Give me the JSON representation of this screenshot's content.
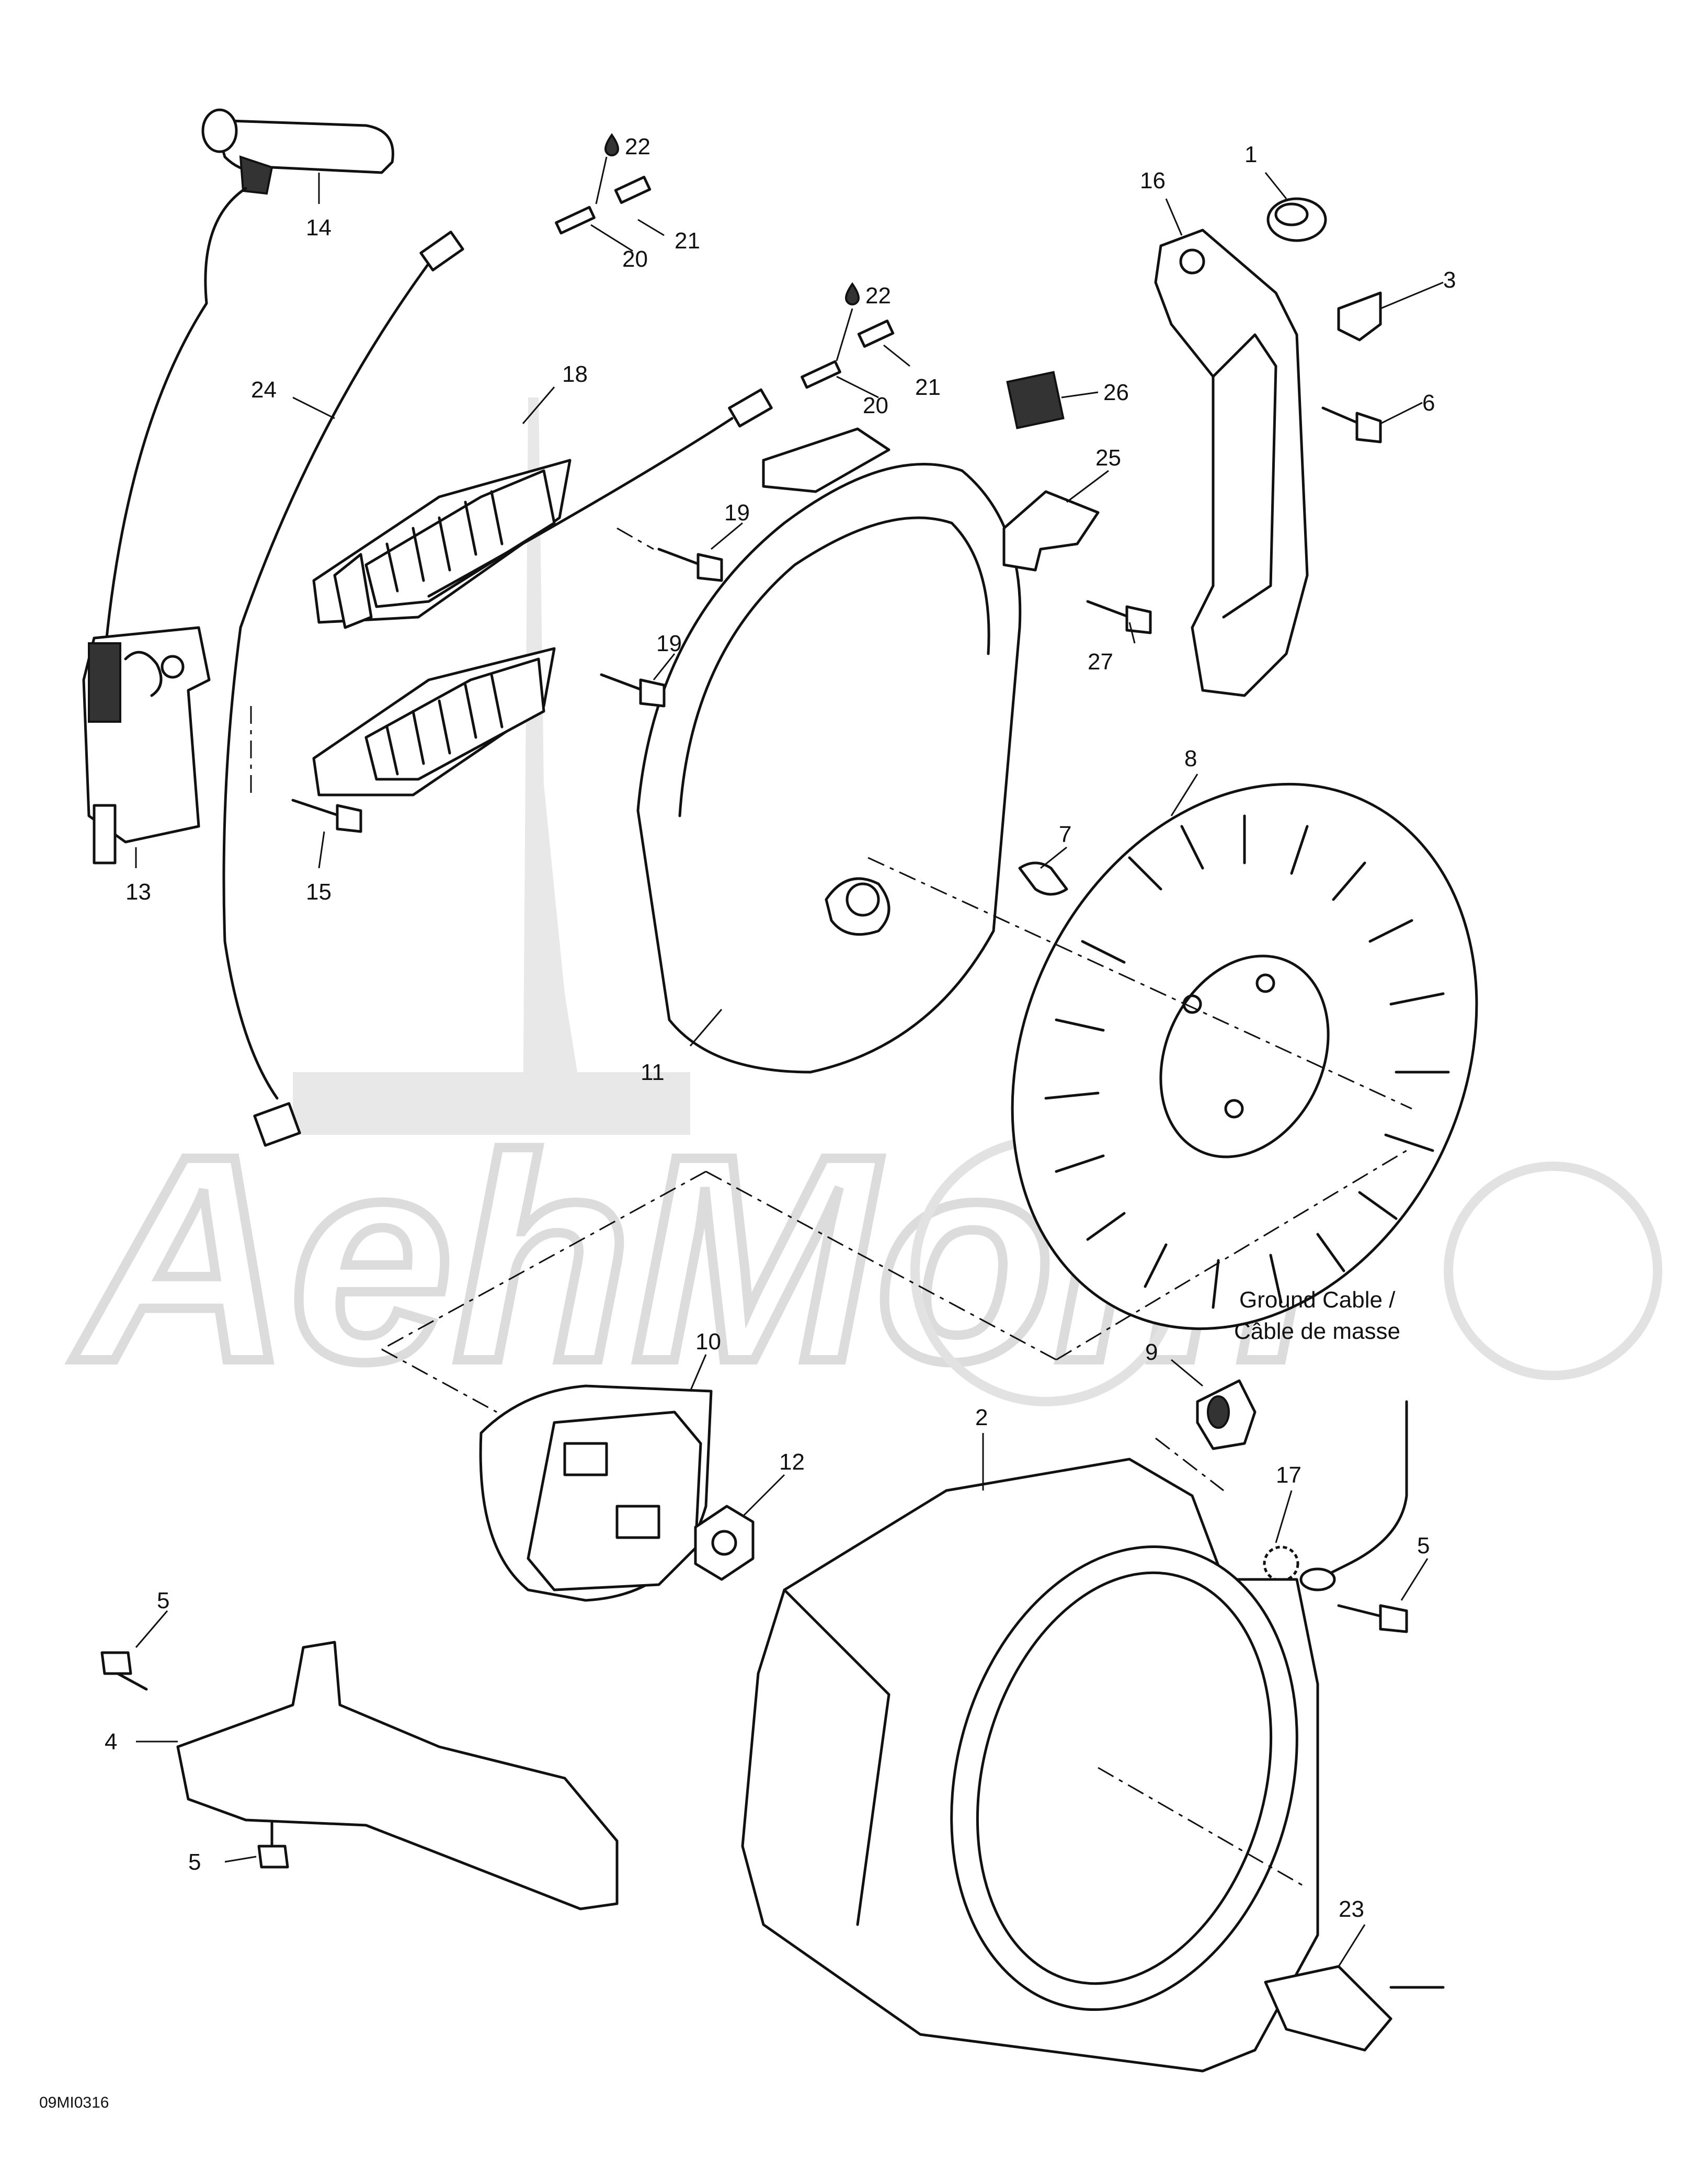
{
  "diagram": {
    "note_ground_cable_en": "Ground Cable /",
    "note_ground_cable_fr": "Câble de masse",
    "drawing_code": "09MI0316",
    "watermark_text": "AehMom",
    "callouts": {
      "c1": "1",
      "c2": "2",
      "c3": "3",
      "c4": "4",
      "c5a": "5",
      "c5b": "5",
      "c5c": "5",
      "c6": "6",
      "c7": "7",
      "c8": "8",
      "c9": "9",
      "c10": "10",
      "c11": "11",
      "c12": "12",
      "c13": "13",
      "c14": "14",
      "c15": "15",
      "c16": "16",
      "c17": "17",
      "c18": "18",
      "c19a": "19",
      "c19b": "19",
      "c20a": "20",
      "c20b": "20",
      "c21a": "21",
      "c21b": "21",
      "c22a": "22",
      "c22b": "22",
      "c23": "23",
      "c24": "24",
      "c25": "25",
      "c26": "26",
      "c27": "27"
    }
  }
}
